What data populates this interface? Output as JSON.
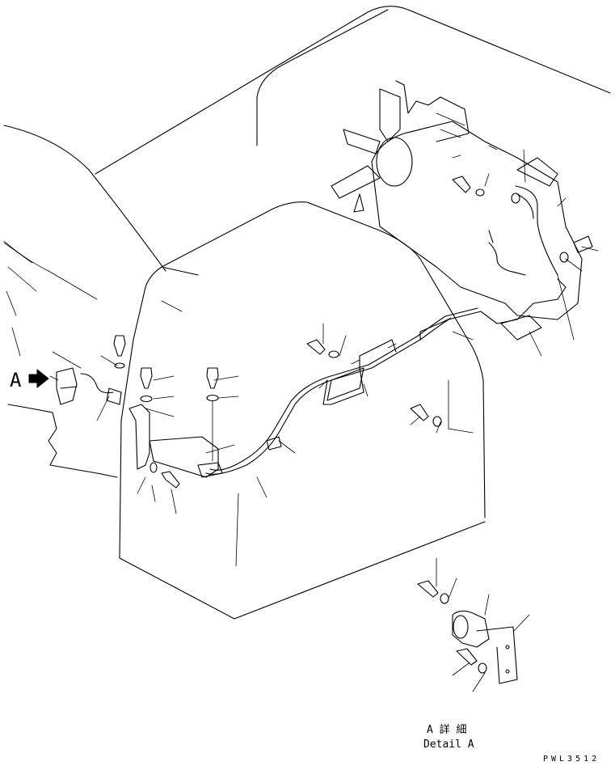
{
  "view_marker": {
    "label": "A"
  },
  "detail_caption": {
    "japanese": "A 詳 細",
    "english": "Detail A"
  },
  "drawing_number": "PWL3512"
}
